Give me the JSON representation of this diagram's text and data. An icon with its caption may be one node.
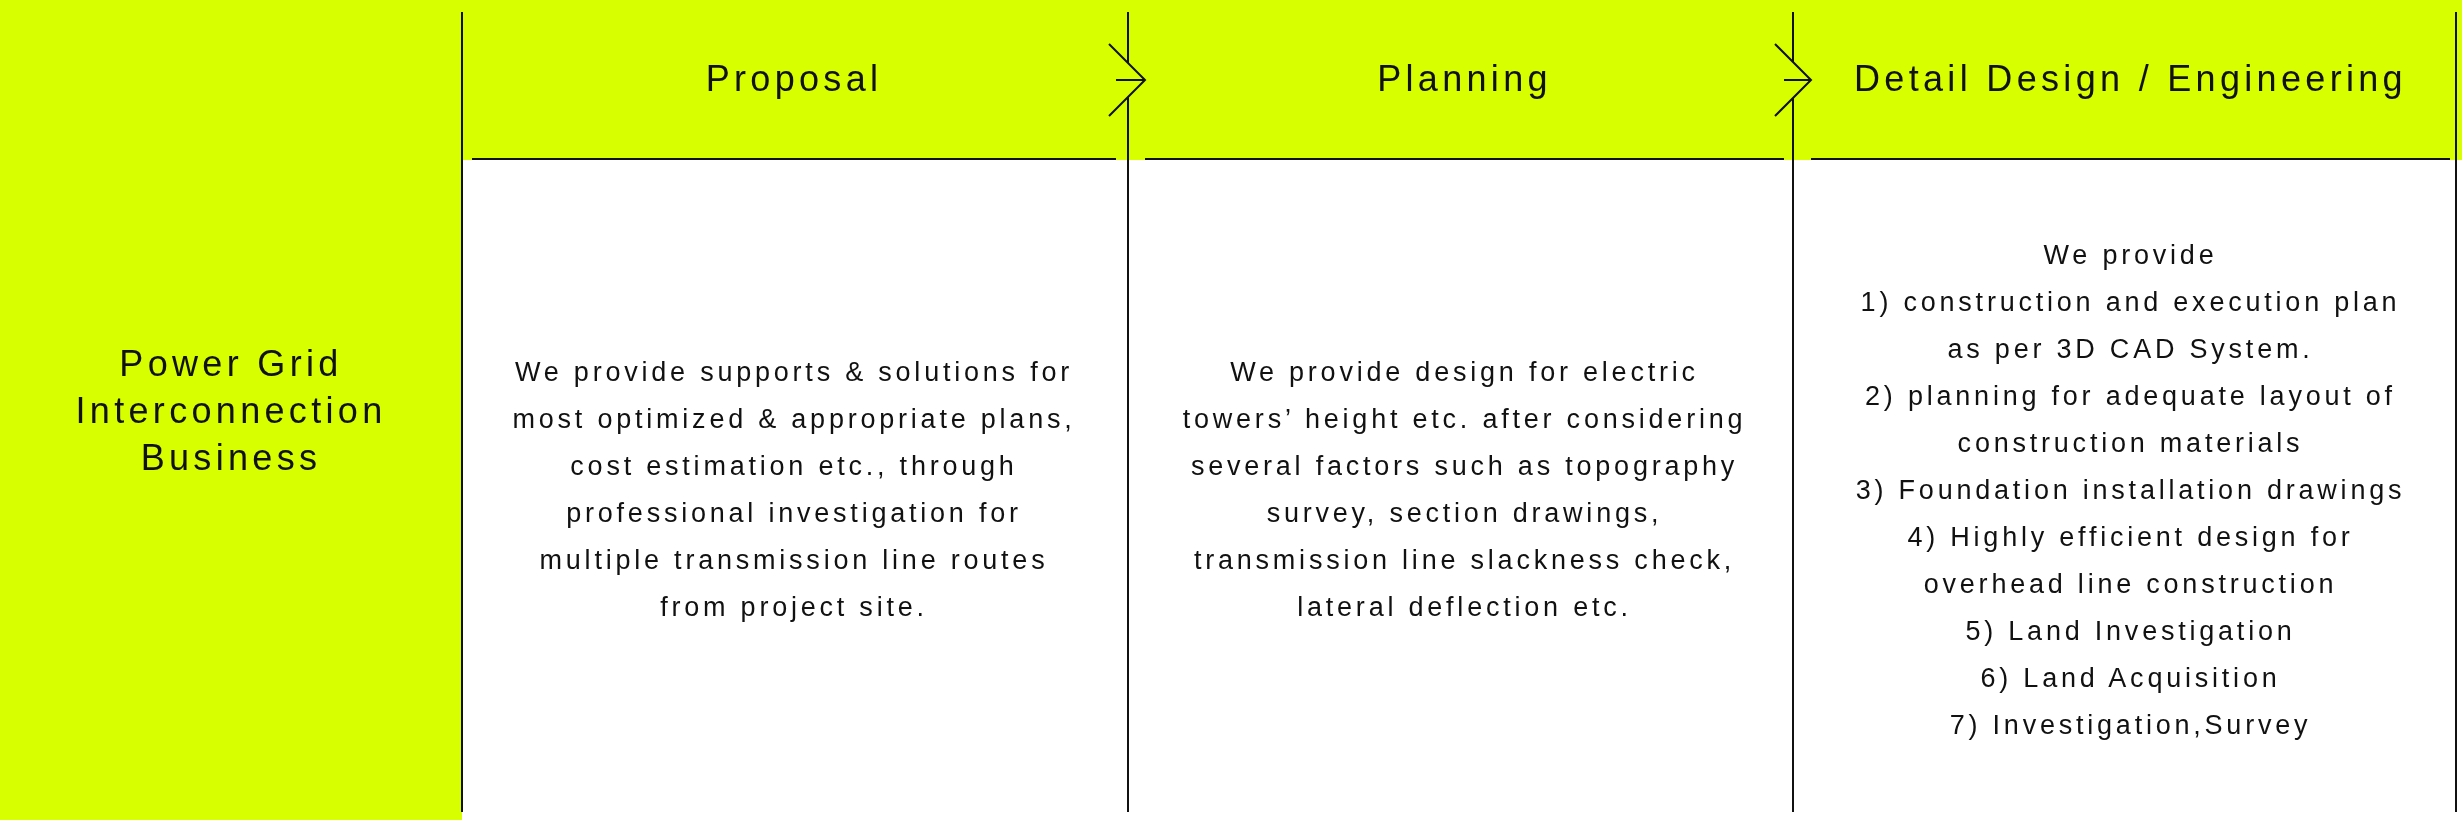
{
  "diagram": {
    "nodes": [
      {
        "text": [
          "Power Grid Interconnection Business"
        ]
      },
      {
        "text": [
          "Proposal",
          "We provide supports & solutions for most optimized & appropriate plans, cost estimation etc., through professional investigation for multiple transmission line routes from project site."
        ]
      },
      {
        "text": [
          "Planning",
          "We provide design for electric towers’ height etc. after considering several factors such as topography survey, section drawings, transmission line slackness check, lateral deflection etc."
        ]
      },
      {
        "text": [
          "Detail Design / Engineering",
          "We provide",
          "1) construction and execution plan as per 3D CAD System.",
          "2) planning for adequate layout of construction materials",
          "3) Foundation installation drawings",
          "4) Highly efficient design for overhead line construction",
          "5) Land Investigation",
          "6) Land Acquisition",
          "7) Investigation,Survey"
        ]
      }
    ],
    "edges": [
      {
        "from": 1,
        "to": 2,
        "arrow": "to"
      },
      {
        "from": 2,
        "to": 3,
        "arrow": "to"
      }
    ]
  }
}
